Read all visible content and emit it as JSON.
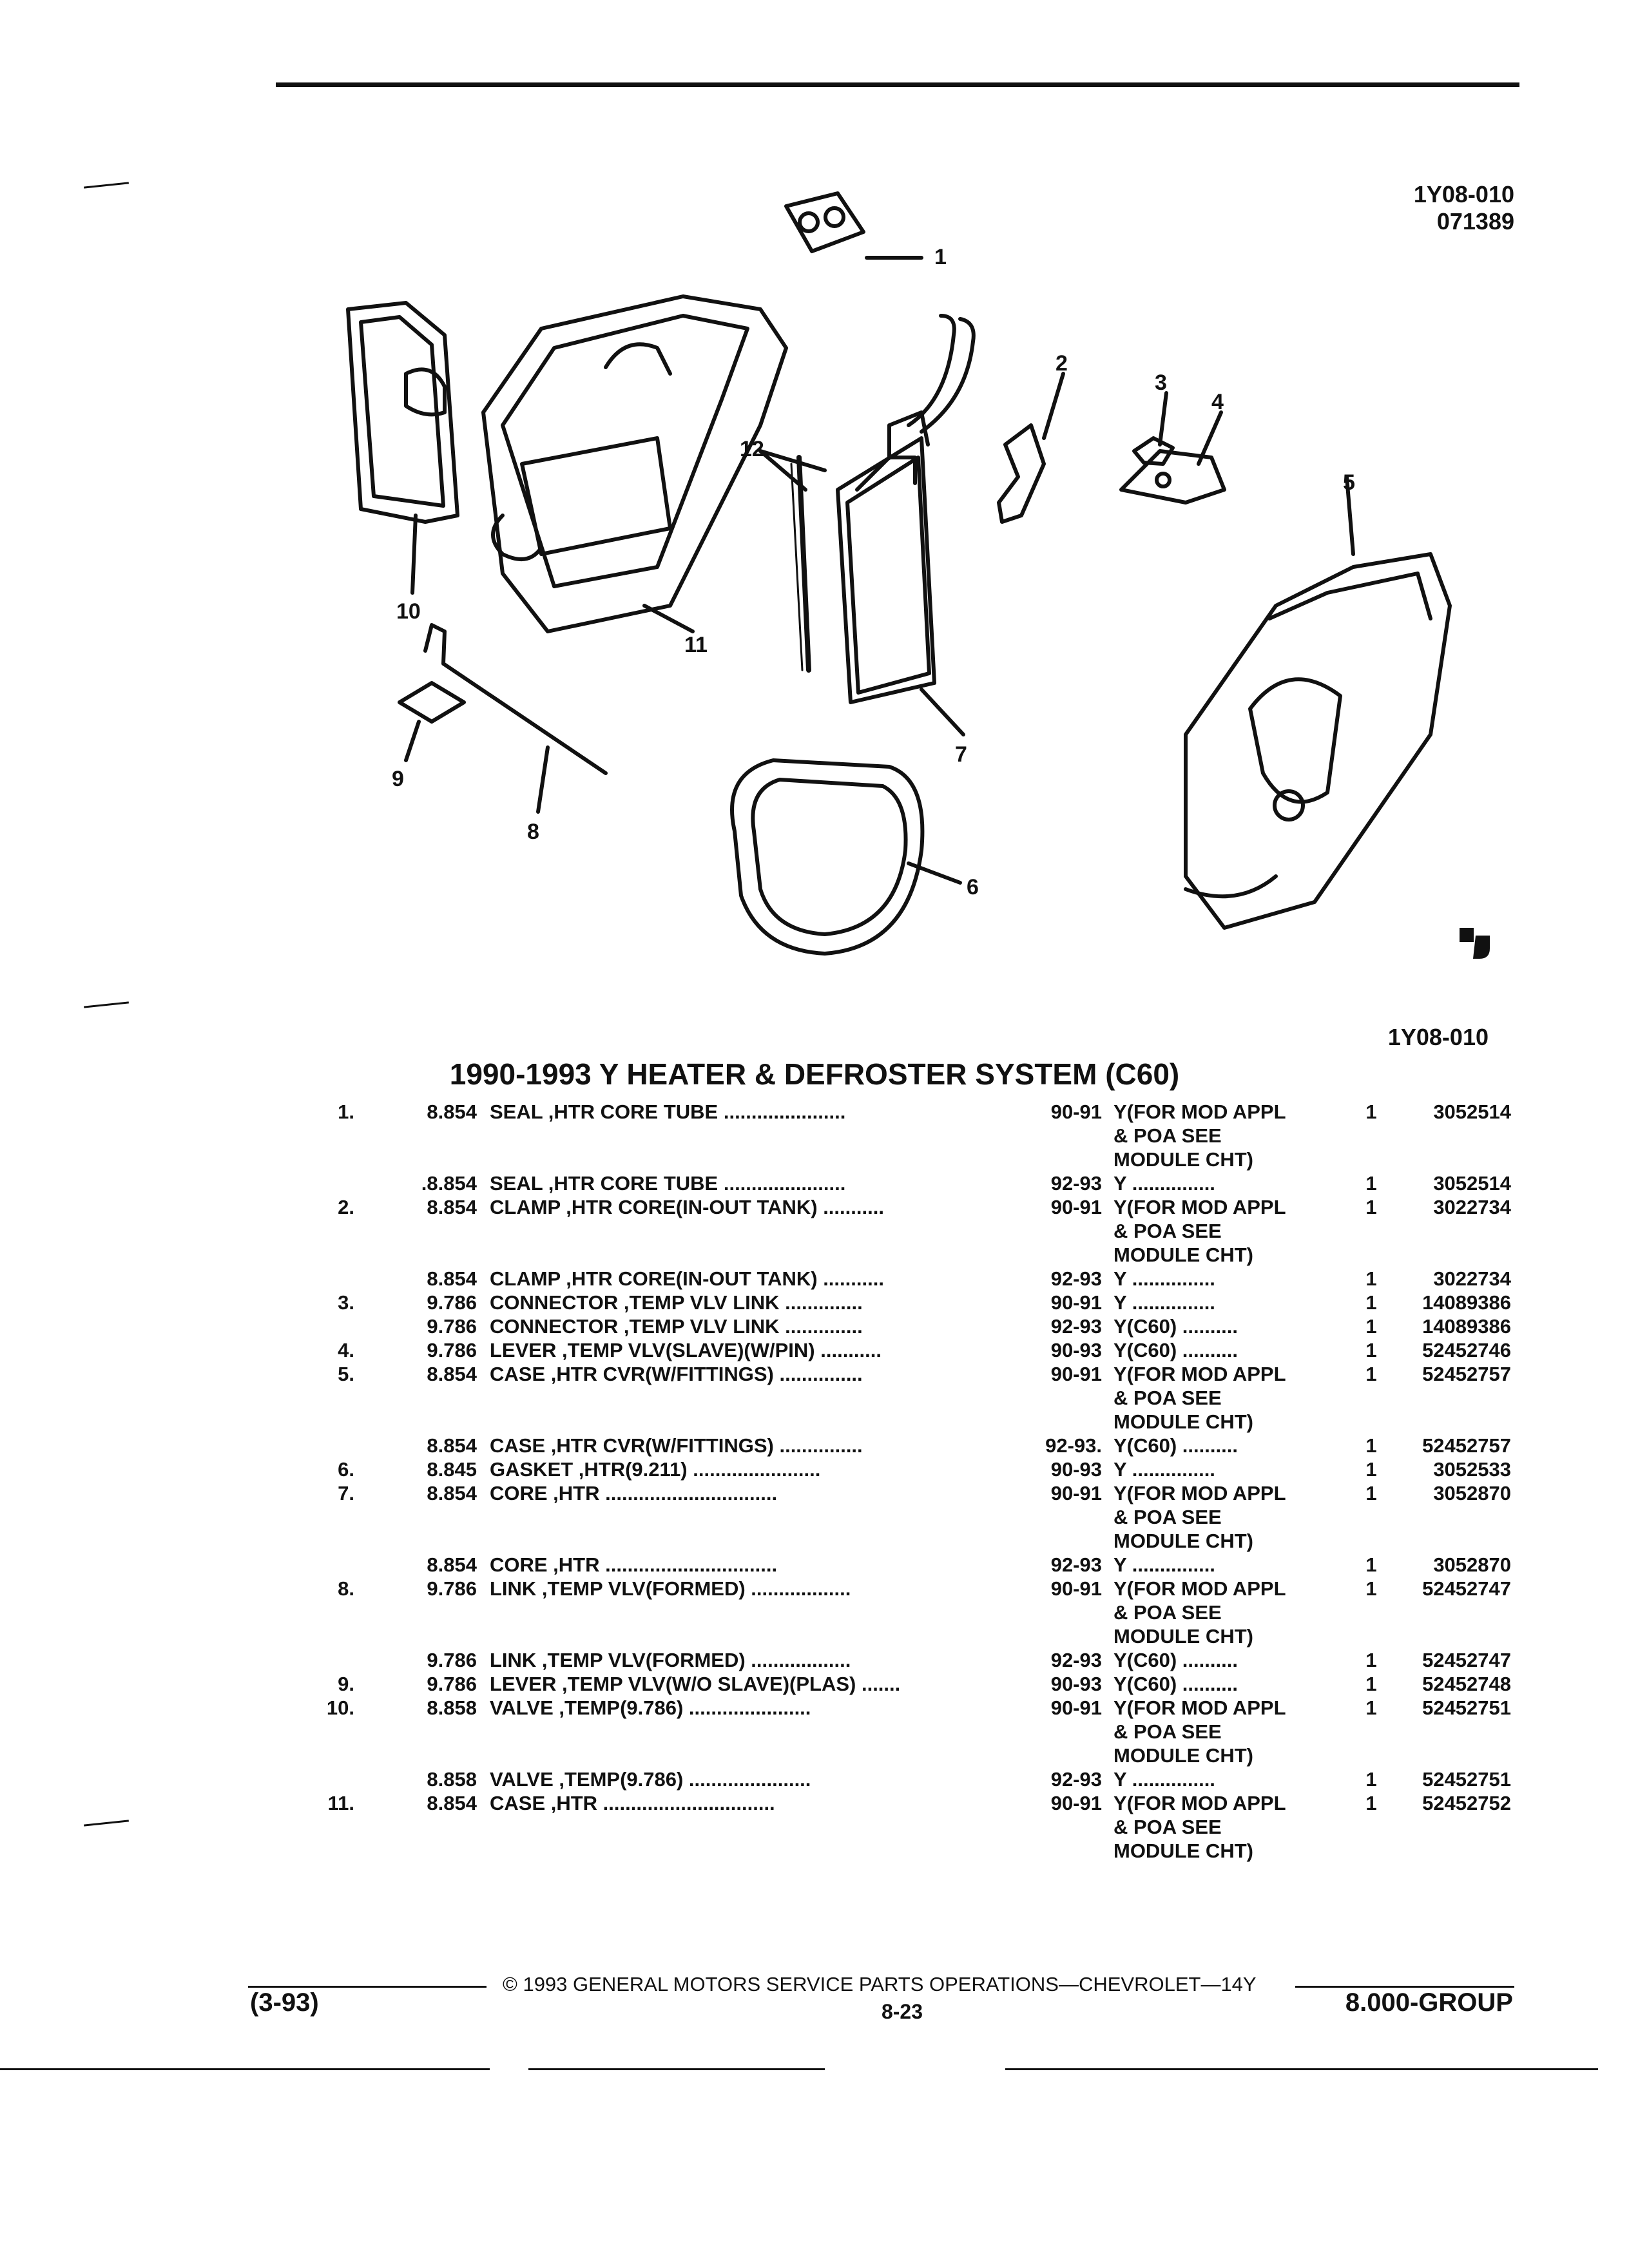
{
  "header": {
    "ref_code": "1Y08-010",
    "date_code": "071389"
  },
  "diagram": {
    "callouts": [
      "1",
      "2",
      "3",
      "4",
      "5",
      "6",
      "7",
      "8",
      "9",
      "10",
      "11",
      "12"
    ],
    "logo_icon": "gm-spo-logo-icon"
  },
  "figure_label": "1Y08-010",
  "section_title": "1990-1993 Y HEATER & DEFROSTER SYSTEM (C60)",
  "rows": [
    {
      "idx": "1.",
      "grp": "8.854",
      "desc": "SEAL ,HTR CORE TUBE ......................",
      "yr": "90-91",
      "app": "Y(FOR MOD APPL",
      "qty": "1",
      "part": "3052514"
    },
    {
      "idx": "",
      "grp": "",
      "desc": "",
      "yr": "",
      "app": "& POA SEE",
      "qty": "",
      "part": ""
    },
    {
      "idx": "",
      "grp": "",
      "desc": "",
      "yr": "",
      "app": "MODULE CHT)",
      "qty": "",
      "part": ""
    },
    {
      "idx": "",
      "grp": ".8.854",
      "desc": "SEAL ,HTR CORE TUBE ......................",
      "yr": "92-93",
      "app": "Y ...............",
      "qty": "1",
      "part": "3052514"
    },
    {
      "idx": "2.",
      "grp": "8.854",
      "desc": "CLAMP ,HTR CORE(IN-OUT TANK) ...........",
      "yr": "90-91",
      "app": "Y(FOR MOD APPL",
      "qty": "1",
      "part": "3022734"
    },
    {
      "idx": "",
      "grp": "",
      "desc": "",
      "yr": "",
      "app": "& POA SEE",
      "qty": "",
      "part": ""
    },
    {
      "idx": "",
      "grp": "",
      "desc": "",
      "yr": "",
      "app": "MODULE CHT)",
      "qty": "",
      "part": ""
    },
    {
      "idx": "",
      "grp": "8.854",
      "desc": "CLAMP ,HTR CORE(IN-OUT TANK) ...........",
      "yr": "92-93",
      "app": "Y ...............",
      "qty": "1",
      "part": "3022734"
    },
    {
      "idx": "3.",
      "grp": "9.786",
      "desc": "CONNECTOR ,TEMP VLV LINK ..............",
      "yr": "90-91",
      "app": "Y ...............",
      "qty": "1",
      "part": "14089386"
    },
    {
      "idx": "",
      "grp": "9.786",
      "desc": "CONNECTOR ,TEMP VLV LINK ..............",
      "yr": "92-93",
      "app": "Y(C60) ..........",
      "qty": "1",
      "part": "14089386"
    },
    {
      "idx": "4.",
      "grp": "9.786",
      "desc": "LEVER ,TEMP VLV(SLAVE)(W/PIN) ...........",
      "yr": "90-93",
      "app": "Y(C60) ..........",
      "qty": "1",
      "part": "52452746"
    },
    {
      "idx": "5.",
      "grp": "8.854",
      "desc": "CASE ,HTR CVR(W/FITTINGS) ...............",
      "yr": "90-91",
      "app": "Y(FOR MOD APPL",
      "qty": "1",
      "part": "52452757"
    },
    {
      "idx": "",
      "grp": "",
      "desc": "",
      "yr": "",
      "app": "& POA SEE",
      "qty": "",
      "part": ""
    },
    {
      "idx": "",
      "grp": "",
      "desc": "",
      "yr": "",
      "app": "MODULE CHT)",
      "qty": "",
      "part": ""
    },
    {
      "idx": "",
      "grp": "8.854",
      "desc": "CASE ,HTR CVR(W/FITTINGS) ...............",
      "yr": "92-93.",
      "app": "Y(C60) ..........",
      "qty": "1",
      "part": "52452757"
    },
    {
      "idx": "6.",
      "grp": "8.845",
      "desc": "GASKET ,HTR(9.211) .......................",
      "yr": "90-93",
      "app": "Y ...............",
      "qty": "1",
      "part": "3052533"
    },
    {
      "idx": "7.",
      "grp": "8.854",
      "desc": "CORE ,HTR ...............................",
      "yr": "90-91",
      "app": "Y(FOR MOD APPL",
      "qty": "1",
      "part": "3052870"
    },
    {
      "idx": "",
      "grp": "",
      "desc": "",
      "yr": "",
      "app": "& POA SEE",
      "qty": "",
      "part": ""
    },
    {
      "idx": "",
      "grp": "",
      "desc": "",
      "yr": "",
      "app": "MODULE CHT)",
      "qty": "",
      "part": ""
    },
    {
      "idx": "",
      "grp": "8.854",
      "desc": "CORE ,HTR ...............................",
      "yr": "92-93",
      "app": "Y ...............",
      "qty": "1",
      "part": "3052870"
    },
    {
      "idx": "8.",
      "grp": "9.786",
      "desc": "LINK ,TEMP VLV(FORMED) ..................",
      "yr": "90-91",
      "app": "Y(FOR MOD APPL",
      "qty": "1",
      "part": "52452747"
    },
    {
      "idx": "",
      "grp": "",
      "desc": "",
      "yr": "",
      "app": "& POA SEE",
      "qty": "",
      "part": ""
    },
    {
      "idx": "",
      "grp": "",
      "desc": "",
      "yr": "",
      "app": "MODULE CHT)",
      "qty": "",
      "part": ""
    },
    {
      "idx": "",
      "grp": "9.786",
      "desc": "LINK ,TEMP VLV(FORMED) ..................",
      "yr": "92-93",
      "app": "Y(C60) ..........",
      "qty": "1",
      "part": "52452747"
    },
    {
      "idx": "9.",
      "grp": "9.786",
      "desc": "LEVER ,TEMP VLV(W/O SLAVE)(PLAS) .......",
      "yr": "90-93",
      "app": "Y(C60) ..........",
      "qty": "1",
      "part": "52452748"
    },
    {
      "idx": "10.",
      "grp": "8.858",
      "desc": "VALVE ,TEMP(9.786) ......................",
      "yr": "90-91",
      "app": "Y(FOR MOD APPL",
      "qty": "1",
      "part": "52452751"
    },
    {
      "idx": "",
      "grp": "",
      "desc": "",
      "yr": "",
      "app": "& POA SEE",
      "qty": "",
      "part": ""
    },
    {
      "idx": "",
      "grp": "",
      "desc": "",
      "yr": "",
      "app": "MODULE CHT)",
      "qty": "",
      "part": ""
    },
    {
      "idx": "",
      "grp": "8.858",
      "desc": "VALVE ,TEMP(9.786) ......................",
      "yr": "92-93",
      "app": "Y ...............",
      "qty": "1",
      "part": "52452751"
    },
    {
      "idx": "11.",
      "grp": "8.854",
      "desc": "CASE ,HTR ...............................",
      "yr": "90-91",
      "app": "Y(FOR MOD APPL",
      "qty": "1",
      "part": "52452752"
    },
    {
      "idx": "",
      "grp": "",
      "desc": "",
      "yr": "",
      "app": "& POA SEE",
      "qty": "",
      "part": ""
    },
    {
      "idx": "",
      "grp": "",
      "desc": "",
      "yr": "",
      "app": "MODULE CHT)",
      "qty": "",
      "part": ""
    }
  ],
  "footer": {
    "left_code": "(3-93)",
    "copyright": "© 1993 GENERAL MOTORS SERVICE PARTS OPERATIONS—CHEVROLET—14Y",
    "page_number": "8-23",
    "group": "8.000-GROUP"
  }
}
